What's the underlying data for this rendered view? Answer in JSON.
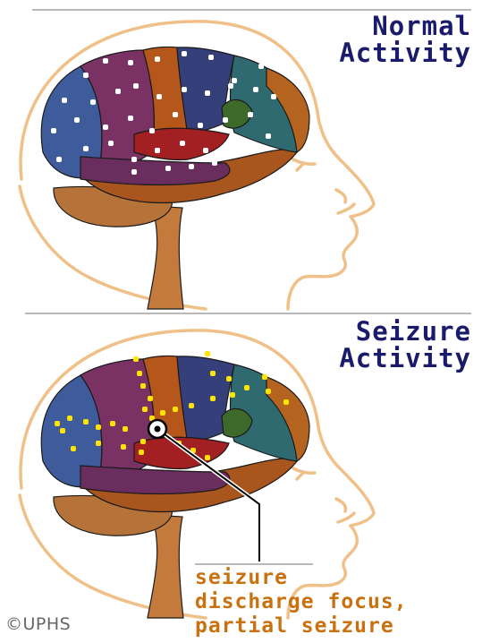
{
  "panels": [
    {
      "id": "normal",
      "title_lines": [
        "Normal",
        "Activity"
      ],
      "dot_color": "#ffffff"
    },
    {
      "id": "seizure",
      "title_lines": [
        "Seizure",
        "Activity"
      ],
      "dot_color": "#ffe400"
    }
  ],
  "focus_label": {
    "lines": [
      "seizure",
      "discharge focus,",
      "partial seizure"
    ]
  },
  "credit": {
    "symbol": "©",
    "text": "UPHS"
  },
  "colors": {
    "title": "#1b1b6b",
    "caption": "#c9700f",
    "head_outline": "#f0c089",
    "divider": "#b9b9b9",
    "brain_lobes": {
      "frontal_blue": "#3e5c9c",
      "purple": "#7a3264",
      "orange": "#b5561a",
      "teal": "#2f6a70",
      "green": "#3d6a2a",
      "red": "#a21f22",
      "temporal_brown": "#a8561e",
      "cerebellum": "#b5733a"
    }
  }
}
